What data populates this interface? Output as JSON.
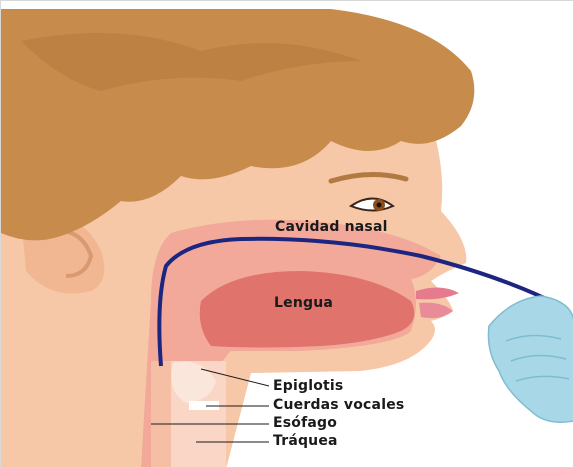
{
  "labels": {
    "nasal_cavity": "Cavidad nasal",
    "tongue": "Lengua",
    "epiglottis": "Epiglotis",
    "vocal_cords": "Cuerdas vocales",
    "esophagus": "Esófago",
    "trachea": "Tráquea"
  },
  "colors": {
    "hair": "#c78c4c",
    "skin": "#f7c8a8",
    "inner_cavity": "#f2a99a",
    "tongue": "#e0736c",
    "tube": "#1c2680",
    "glove": "#a8d8e8"
  }
}
